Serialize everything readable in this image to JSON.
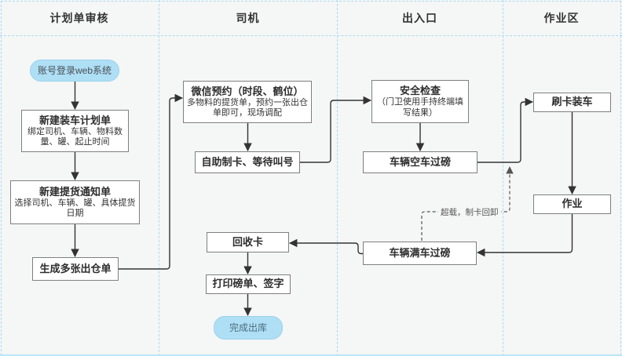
{
  "lanes": [
    {
      "label": "计划单审核"
    },
    {
      "label": "司机"
    },
    {
      "label": "出入口"
    },
    {
      "label": "作业区"
    }
  ],
  "nodes": {
    "account_login": {
      "title": "账号登录web系统",
      "type": "start"
    },
    "create_plan": {
      "title": "新建装车计划单",
      "body": "绑定司机、车辆、物料数量、罐、起止时间"
    },
    "create_notice": {
      "title": "新建提货通知单",
      "body": "选择司机、车辆、罐、具体提货日期"
    },
    "generate_orders": {
      "title": "生成多张出仓单"
    },
    "wechat_booking": {
      "title": "微信预约（时段、鹤位）",
      "body": "多物料的提货单，预约一张出仓单即可，现场调配"
    },
    "self_card": {
      "title": "自助制卡、等待叫号"
    },
    "recycle_card": {
      "title": "回收卡"
    },
    "print_sign": {
      "title": "打印磅单、签字"
    },
    "finish_outbound": {
      "title": "完成出库",
      "type": "end"
    },
    "security_check": {
      "title": "安全检查",
      "body": "（门卫使用手持终端填写结果）"
    },
    "empty_weigh": {
      "title": "车辆空车过磅"
    },
    "full_weigh": {
      "title": "车辆满车过磅"
    },
    "swipe_loading": {
      "title": "刷卡装车"
    },
    "work": {
      "title": "作业"
    }
  },
  "edge_labels": {
    "overload": "超载，制卡回卸"
  },
  "colors": {
    "lane_border": "#a9dcf1",
    "bottom_line": "#bce5f6",
    "background": "#f5f6f6",
    "node_fill": "#ffffff",
    "node_border": "#7f7f7f",
    "terminal_fill": "#aedff5",
    "arrow": "#333333",
    "dashed_arrow": "#555555"
  }
}
